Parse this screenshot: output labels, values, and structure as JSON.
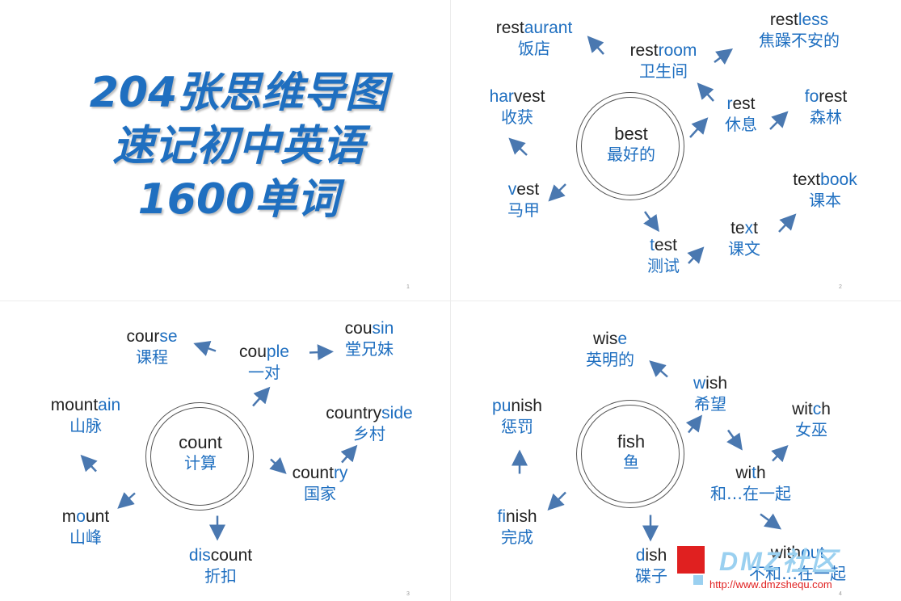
{
  "slide1": {
    "title_lines": [
      "204张思维导图",
      "速记初中英语",
      "1600单词"
    ],
    "page_number": "1"
  },
  "slide2": {
    "center": {
      "en": "best",
      "zh": "最好的"
    },
    "nodes": [
      {
        "pre": "rest",
        "hl": "aurant",
        "post": "",
        "zh": "饭店"
      },
      {
        "pre": "rest",
        "hl": "room",
        "post": "",
        "zh": "卫生间"
      },
      {
        "pre": "rest",
        "hl": "less",
        "post": "",
        "zh": "焦躁不安的"
      },
      {
        "pre": "",
        "hl": "har",
        "post": "vest",
        "zh": "收获"
      },
      {
        "pre": "",
        "hl": "r",
        "post": "est",
        "zh": "休息"
      },
      {
        "pre": "",
        "hl": "fo",
        "post": "rest",
        "zh": "森林"
      },
      {
        "pre": "",
        "hl": "v",
        "post": "est",
        "zh": "马甲"
      },
      {
        "pre": "text",
        "hl": "book",
        "post": "",
        "zh": "课本"
      },
      {
        "pre": "te",
        "hl": "x",
        "post": "t",
        "zh": "课文"
      },
      {
        "pre": "",
        "hl": "t",
        "post": "est",
        "zh": "测试"
      }
    ],
    "page_number": "2"
  },
  "slide3": {
    "center": {
      "en": "count",
      "zh": "计算"
    },
    "nodes": [
      {
        "pre": "cour",
        "hl": "se",
        "post": "",
        "zh": "课程"
      },
      {
        "pre": "cou",
        "hl": "ple",
        "post": "",
        "zh": "一对"
      },
      {
        "pre": "cou",
        "hl": "sin",
        "post": "",
        "zh": "堂兄妹"
      },
      {
        "pre": "mount",
        "hl": "ain",
        "post": "",
        "zh": "山脉"
      },
      {
        "pre": "country",
        "hl": "side",
        "post": "",
        "zh": "乡村"
      },
      {
        "pre": "count",
        "hl": "ry",
        "post": "",
        "zh": "国家"
      },
      {
        "pre": "m",
        "hl": "o",
        "post": "unt",
        "zh": "山峰"
      },
      {
        "pre": "",
        "hl": "dis",
        "post": "count",
        "zh": "折扣"
      }
    ],
    "page_number": "3"
  },
  "slide4": {
    "center": {
      "en": "fish",
      "zh": "鱼"
    },
    "nodes": [
      {
        "pre": "wis",
        "hl": "e",
        "post": "",
        "zh": "英明的"
      },
      {
        "pre": "",
        "hl": "w",
        "post": "ish",
        "zh": "希望"
      },
      {
        "pre": "",
        "hl": "pu",
        "post": "nish",
        "zh": "惩罚"
      },
      {
        "pre": "wit",
        "hl": "c",
        "post": "h",
        "zh": "女巫"
      },
      {
        "pre": "wi",
        "hl": "t",
        "post": "h",
        "zh": "和…在一起"
      },
      {
        "pre": "",
        "hl": "fi",
        "post": "nish",
        "zh": "完成"
      },
      {
        "pre": "",
        "hl": "d",
        "post": "ish",
        "zh": "碟子"
      },
      {
        "pre": "with",
        "hl": "out",
        "post": "",
        "zh": "不和…在一起"
      }
    ],
    "page_number": "4"
  },
  "watermark": {
    "text": "DMZ社区",
    "url": "http://www.dmzshequ.com"
  },
  "colors": {
    "accent": "#1f6fc0",
    "arrow": "#4a78b0",
    "text": "#222222",
    "watermark_red": "#e02020",
    "watermark_blue": "#9ad0f0"
  }
}
